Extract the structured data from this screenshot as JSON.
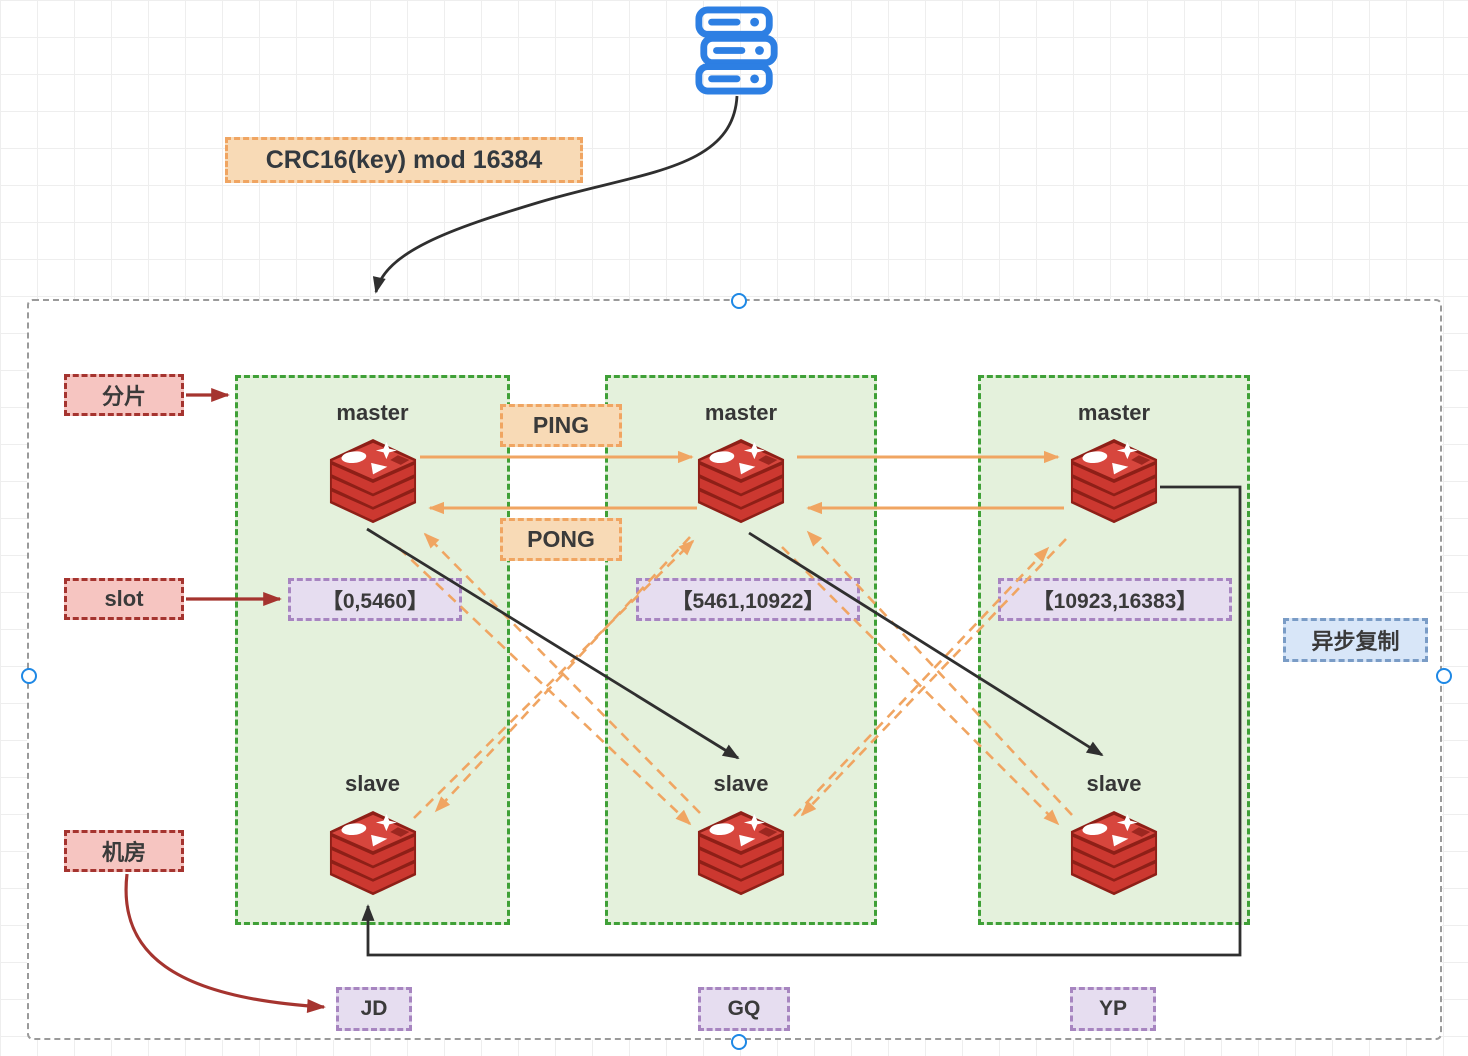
{
  "hash_label": "CRC16(key) mod 16384",
  "callouts": {
    "shard": "分片",
    "slot": "slot",
    "room": "机房",
    "async_replication": "异步复制"
  },
  "gossip": {
    "ping": "PING",
    "pong": "PONG"
  },
  "shards": [
    {
      "master": "master",
      "slave": "slave",
      "slot_range": "【0,5460】",
      "room": "JD"
    },
    {
      "master": "master",
      "slave": "slave",
      "slot_range": "【5461,10922】",
      "room": "GQ"
    },
    {
      "master": "master",
      "slave": "slave",
      "slot_range": "【10923,16383】",
      "room": "YP"
    }
  ],
  "icons": {
    "top": "server-stack-icon",
    "node": "redis-database-icon"
  },
  "palette": {
    "orange_border": "#F0A562",
    "orange_fill": "#F8DAB6",
    "red_border": "#A5342F",
    "red_fill": "#F6C5C1",
    "green_border": "#3FA037",
    "green_fill": "#E4F1DC",
    "purple_border": "#A785C0",
    "purple_fill": "#E6DDF0",
    "blue_border": "#7A9CC6",
    "blue_fill": "#D8E6F8",
    "redis_red": "#C6302B",
    "server_blue": "#2D7FE3",
    "arrow_orange": "#F0A562",
    "arrow_black": "#2F2F2F",
    "arrow_dark_red": "#A5342F",
    "handle_blue": "#1E88E5"
  }
}
